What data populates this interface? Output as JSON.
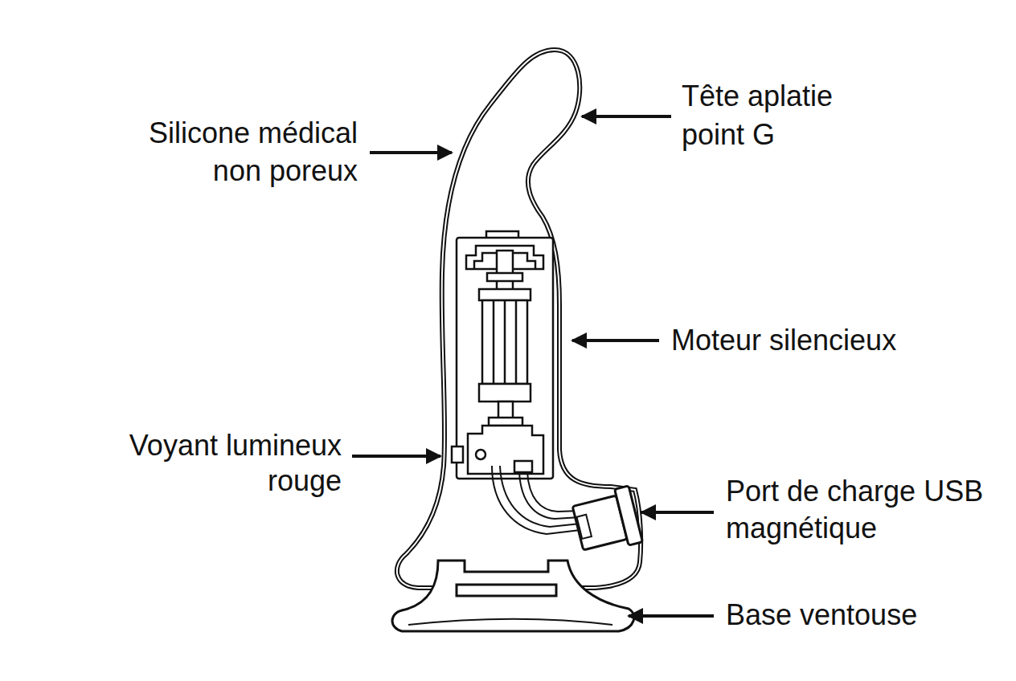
{
  "diagram": {
    "labels": [
      "Tête aplatie point G",
      "Silicone médical non poreux",
      "Moteur silencieux",
      "Voyant lumineux rouge",
      "Port de charge USB magnétique",
      "Base ventouse"
    ]
  }
}
